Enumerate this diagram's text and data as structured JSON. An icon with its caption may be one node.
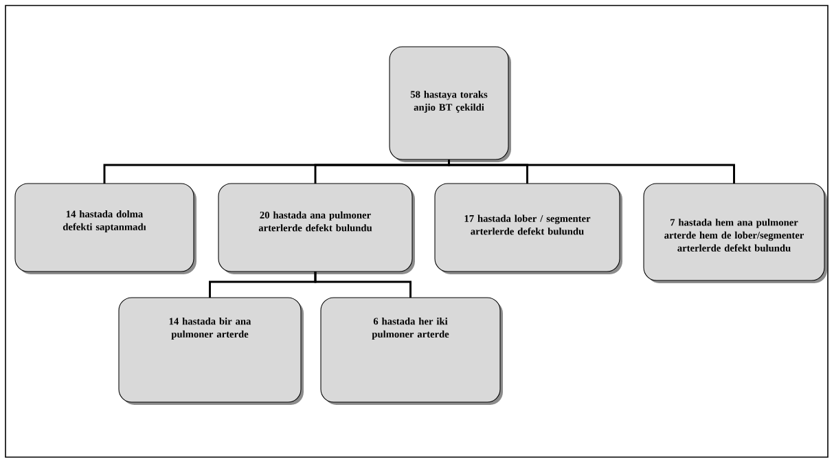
{
  "diagram": {
    "nodes": [
      {
        "text": [
          "58 hastaya toraks anjio BT çekildi"
        ]
      },
      {
        "text": [
          "14 hastada dolma defekti saptanmadı"
        ]
      },
      {
        "text": [
          "20 hastada ana pulmoner arterlerde defekt  bulundu"
        ]
      },
      {
        "text": [
          "17 hastada lober / segmenter arterlerde defekt bulundu"
        ]
      },
      {
        "text": [
          "7 hastada hem ana pulmoner arterde hem de lober/segmenter arterlerde defekt bulundu"
        ]
      },
      {
        "text": [
          "14 hastada bir ana pulmoner arterde"
        ]
      },
      {
        "text": [
          "6 hastada her iki pulmoner arterde"
        ]
      }
    ],
    "edges": [
      {
        "from": 0,
        "to": 1,
        "arrow": "none"
      },
      {
        "from": 0,
        "to": 2,
        "arrow": "none"
      },
      {
        "from": 0,
        "to": 3,
        "arrow": "none"
      },
      {
        "from": 0,
        "to": 4,
        "arrow": "none"
      },
      {
        "from": 2,
        "to": 5,
        "arrow": "none"
      },
      {
        "from": 2,
        "to": 6,
        "arrow": "none"
      }
    ]
  }
}
